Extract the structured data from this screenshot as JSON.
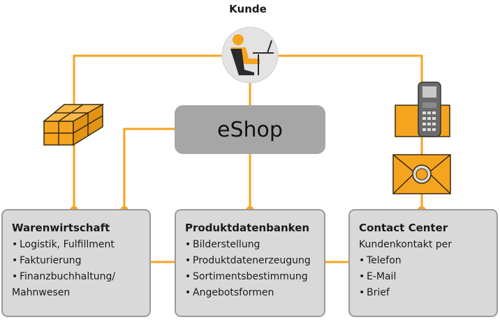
{
  "customer": {
    "label": "Kunde",
    "icon": "person-at-computer-icon"
  },
  "eshop": {
    "label": "eShop"
  },
  "icons": {
    "package": "package-icon",
    "phone": "mobile-phone-icon",
    "letter": "envelope-icon"
  },
  "boxes": {
    "warenwirtschaft": {
      "title": "Warenwirtschaft",
      "items": [
        "Logistik, Fulfillment",
        "Fakturierung",
        "Finanzbuchhaltung/",
        "Mahnwesen"
      ]
    },
    "produktdatenbanken": {
      "title": "Produktdatenbanken",
      "items": [
        "Bilderstellung",
        "Produktdatenerzeugung",
        "Sortimentsbestimmung",
        "Angebotsformen"
      ]
    },
    "contact_center": {
      "title": "Contact Center",
      "intro": "Kundenkontakt per",
      "items": [
        "Telefon",
        "E-Mail",
        "Brief"
      ]
    }
  },
  "colors": {
    "connector": "#f5a41f",
    "eshop_fill": "#a6a6a6",
    "box_fill": "#d9d9d9",
    "box_border": "#9a9a9a",
    "icon_orange": "#f5a41f"
  }
}
